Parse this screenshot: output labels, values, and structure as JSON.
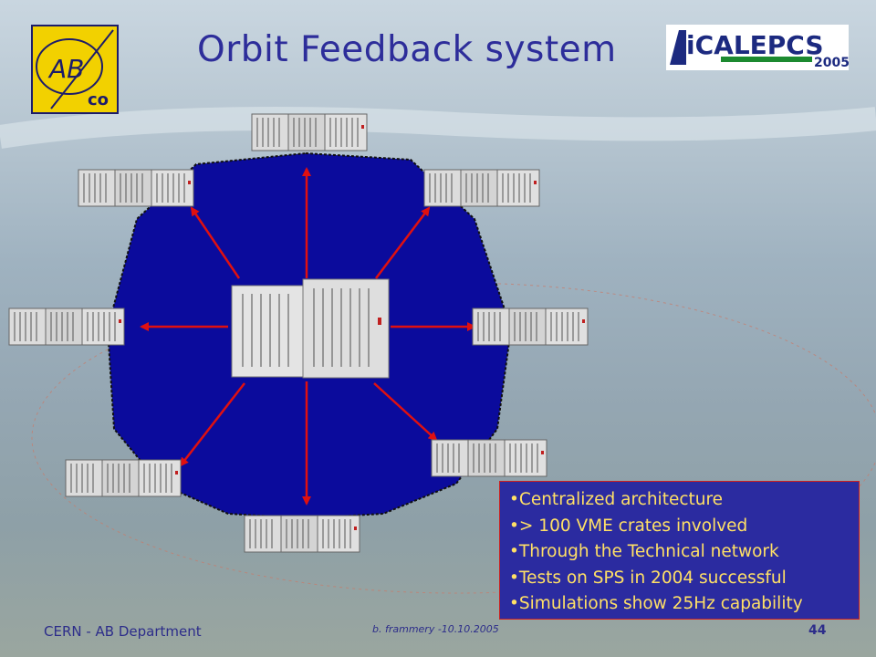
{
  "slide": {
    "title": "Orbit Feedback system",
    "bullets": [
      "•Centralized architecture",
      "•> 100 VME crates involved",
      "•Through the Technical network",
      "•Tests on SPS in 2004 successful",
      "•Simulations show 25Hz capability"
    ]
  },
  "logos": {
    "ab_text": "AB",
    "co_text": "co",
    "icalepcs_text": "iCALEPCS",
    "icalepcs_year": "2005"
  },
  "footer": {
    "department": "CERN - AB Department",
    "author_date": "b. frammery -10.10.2005",
    "page_number": "44"
  },
  "colors": {
    "title": "#2d2d9a",
    "circle_fill": "#0b0b9c",
    "arrow": "#e01010",
    "bullet_text": "#ffe066",
    "box_fill": "#2b2ba0"
  }
}
